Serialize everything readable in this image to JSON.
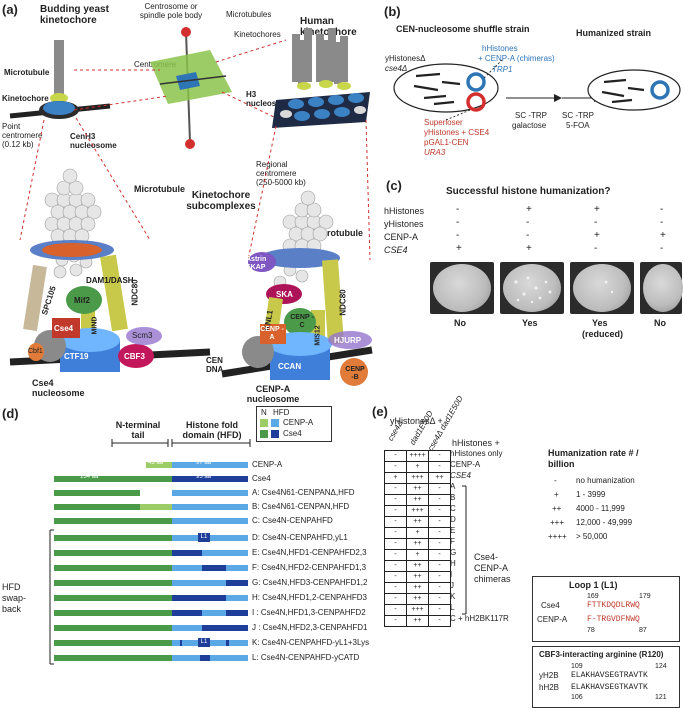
{
  "panel_a": {
    "label": "(a)",
    "yeast_title": "Budding yeast kinetochore",
    "human_title": "Human kinetochore",
    "microtubule": "Microtubule",
    "kinetochore": "Kinetochore",
    "point_centromere": "Point centromere (0.12 kb)",
    "cenh3": "CenH3 nucleosome",
    "spindle": "Centrosome or spindle pole body",
    "microtubules": "Microtubules",
    "kinetochores": "Kinetochores",
    "centromere": "Centromere",
    "h3_nucleosome": "H3 nucleosome",
    "regional_centromere": "Regional centromere (250-5000 kb)",
    "subcomplexes": "Kinetochore subcomplexes",
    "microtubule2": "Microtubule",
    "microtubule3": "Microtubule",
    "dam1": "DAM1/DASH",
    "spc105": "SPC105",
    "ndc80": "NDC80",
    "mif2": "Mif2",
    "mind": "MIND",
    "cse4": "Cse4",
    "ctf19": "CTF19",
    "cbf3": "CBF3",
    "scm3": "Scm3",
    "cbf1": "Cbf1",
    "cen_dna": "CEN DNA",
    "cse4_nuc": "Cse4 nucleosome",
    "ska": "SKA",
    "astrin": "Astrin SKAP",
    "knl1": "KNL1",
    "cenpc": "CENP -C",
    "ndc80h": "NDC80",
    "mis12": "MIS12",
    "cenpa": "CENP -A",
    "ccan": "CCAN",
    "hjurp": "HJURP",
    "cenpb": "CENP -B",
    "cenpa_nuc": "CENP-A nucleosome"
  },
  "panel_b": {
    "label": "(b)",
    "shuffle_title": "CEN-nucleosome shuffle strain",
    "humanized_title": "Humanized strain",
    "yh_delta": "yHistonesΔ",
    "cse4_delta": "cse4Δ",
    "hhistones": "hHistones",
    "cenpa_chimeras": "+ CENP-A (chimeras)",
    "trp1": "TRP1",
    "superloser": "Superloser",
    "yhistones_cse4": "yHistones + CSE4",
    "pgal": "pGAL1-CEN",
    "ura3": "URA3",
    "step1a": "SC -TRP",
    "step1b": "galactose",
    "step2a": "SC -TRP",
    "step2b": "5-FOA"
  },
  "panel_c": {
    "label": "(c)",
    "title": "Successful histone humanization?",
    "rows": [
      {
        "name": "hHistones",
        "vals": [
          "-",
          "+",
          "+",
          "-"
        ]
      },
      {
        "name": "yHistones",
        "vals": [
          "-",
          "-",
          "-",
          "-"
        ]
      },
      {
        "name": "CENP-A",
        "vals": [
          "-",
          "-",
          "+",
          "+"
        ]
      },
      {
        "name": "CSE4",
        "vals": [
          "+",
          "+",
          "-",
          "-"
        ]
      }
    ],
    "results": [
      "No",
      "Yes",
      "Yes",
      "No"
    ],
    "reduced": "(reduced)"
  },
  "panel_d": {
    "label": "(d)",
    "n_tail": "N-terminal tail",
    "hfd": "Histone fold domain (HFD)",
    "legend_n": "N",
    "legend_hfd": "HFD",
    "legend_cenpa": "CENP-A",
    "legend_cse4": "Cse4",
    "aa43": "43 aa",
    "aa97": "97 aa",
    "aa134": "134 aa",
    "aa95": "95 aa",
    "swap": "HFD swap-back",
    "l1": "L1",
    "rows": [
      "CENP-A",
      "Cse4",
      "A: Cse4N61-CENPANΔ,HFD",
      "B: Cse4N61-CENPAN,HFD",
      "C: Cse4N-CENPAHFD",
      "D: Cse4N-CENPAHFD,yL1",
      "E: Cse4N,HFD1-CENPAHFD2,3",
      "F: Cse4N,HFD2-CENPAHFD1,3",
      "G: Cse4N,HFD3-CENPAHFD1,2",
      "H: Cse4N,HFD1,2-CENPAHFD3",
      "I : Cse4N,HFD1,3-CENPAHFD2",
      "J : Cse4N,HFD2,3-CENPAHFD1",
      "K: Cse4N-CENPAHFD-yL1+3Lys",
      "L: Cse4N-CENPAHFD-yCATD"
    ]
  },
  "panel_e": {
    "label": "(e)",
    "header": "yHistonesΔ +",
    "cols": [
      "cse4Δ",
      "dad1E50D",
      "cse4Δ dad1E50D"
    ],
    "hh_plus": "hHistones +",
    "rows": [
      {
        "vals": [
          "-",
          "++++",
          "-"
        ],
        "label": "hHistones only"
      },
      {
        "vals": [
          "-",
          "+",
          "-"
        ],
        "label": "CENP-A"
      },
      {
        "vals": [
          "+",
          "+++",
          "++"
        ],
        "label": "CSE4"
      },
      {
        "vals": [
          "-",
          "++",
          "-"
        ],
        "label": "A"
      },
      {
        "vals": [
          "-",
          "++",
          "-"
        ],
        "label": "B"
      },
      {
        "vals": [
          "-",
          "+++",
          "-"
        ],
        "label": "C"
      },
      {
        "vals": [
          "-",
          "++",
          "-"
        ],
        "label": "D"
      },
      {
        "vals": [
          "-",
          "+",
          "-"
        ],
        "label": "E"
      },
      {
        "vals": [
          "-",
          "++",
          "-"
        ],
        "label": "F"
      },
      {
        "vals": [
          "-",
          "+",
          "-"
        ],
        "label": "G"
      },
      {
        "vals": [
          "-",
          "++",
          "-"
        ],
        "label": "H"
      },
      {
        "vals": [
          "-",
          "++",
          "-"
        ],
        "label": "I"
      },
      {
        "vals": [
          "-",
          "++",
          "-"
        ],
        "label": "J"
      },
      {
        "vals": [
          "-",
          "++",
          "-"
        ],
        "label": "K"
      },
      {
        "vals": [
          "-",
          "+++",
          "-"
        ],
        "label": "L"
      },
      {
        "vals": [
          "-",
          "++",
          "-"
        ],
        "label": "C + hH2BK117R"
      }
    ],
    "chimeras": "Cse4- CENP-A chimeras",
    "rate_title": "Humanization rate # / billion",
    "rates": [
      {
        "sym": "-",
        "txt": "no humanization"
      },
      {
        "sym": "+",
        "txt": "1 - 3999"
      },
      {
        "sym": "++",
        "txt": "4000 - 11,999"
      },
      {
        "sym": "+++",
        "txt": "12,000 - 49,999"
      },
      {
        "sym": "++++",
        "txt": "> 50,000"
      }
    ],
    "loop_title": "Loop 1 (L1)",
    "loop_cse4": "Cse4",
    "loop_cenpa": "CENP-A",
    "cse4_seq": "FTTKDQDLRWQ",
    "cenpa_seq": "F-TRGVDFNWQ",
    "n169": "169",
    "n179": "179",
    "n78": "78",
    "n87": "87",
    "cbf_title": "CBF3-interacting arginine (R120)",
    "yh2b": "yH2B",
    "hh2b": "hH2B",
    "yh2b_seq": "ELAKHAVSEGTRAVTK",
    "hh2b_seq": "ELAKHAVSEGTKAVTK",
    "n109": "109",
    "n124": "124",
    "n106": "106",
    "n121": "121"
  },
  "colors": {
    "cse4_green": "#4a9a4a",
    "cenpa_blue": "#5aa9e6",
    "dark_blue": "#1f3e99",
    "red": "#c0392b"
  }
}
